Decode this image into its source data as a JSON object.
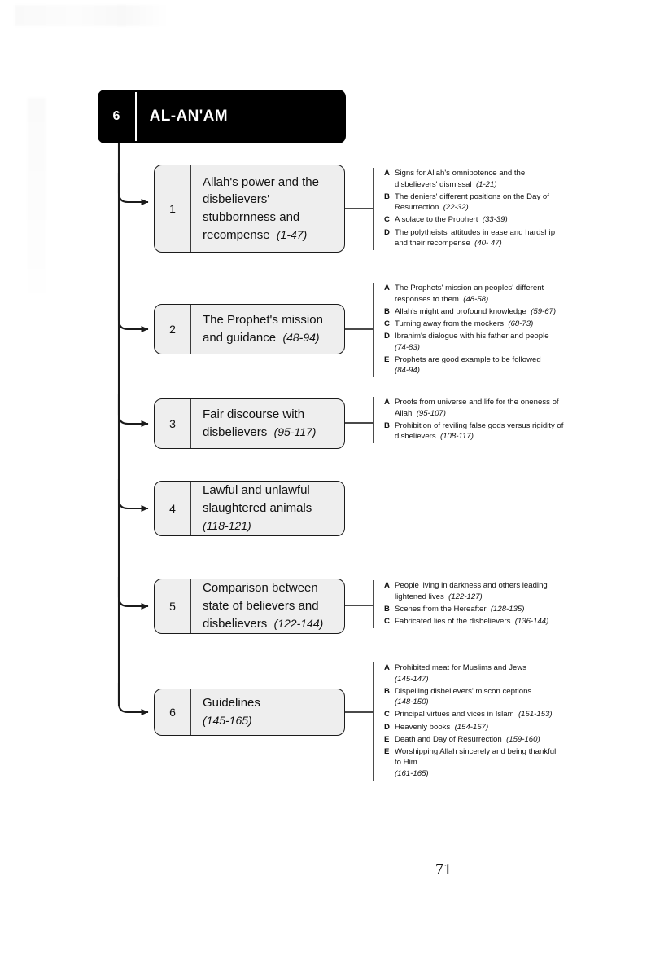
{
  "page": {
    "number": "71",
    "chapter_number": "6",
    "chapter_title": "AL-AN'AM"
  },
  "sections": [
    {
      "number": "1",
      "title": "Allah's power and the disbelievers' stubbornness and recompense",
      "range": "(1-47)",
      "items": [
        {
          "letter": "A",
          "text": "Signs for Allah's omnipotence and the disbelievers' dismissal",
          "range": "(1-21)"
        },
        {
          "letter": "B",
          "text": "The deniers' different positions on the Day of Resurrection",
          "range": "(22-32)"
        },
        {
          "letter": "C",
          "text": "A solace to the Prophert",
          "range": "(33-39)"
        },
        {
          "letter": "D",
          "text": "The polytheists' attitudes in ease and hardship and their recompense",
          "range": "(40- 47)"
        }
      ]
    },
    {
      "number": "2",
      "title": "The Prophet's mission and guidance",
      "range": "(48-94)",
      "items": [
        {
          "letter": "A",
          "text": "The Prophets' mission an peoples' different responses to them",
          "range": "(48-58)"
        },
        {
          "letter": "B",
          "text": "Allah's might and profound knowledge",
          "range": "(59-67)"
        },
        {
          "letter": "C",
          "text": "Turning away from the mockers",
          "range": "(68-73)"
        },
        {
          "letter": "D",
          "text": "Ibrahim's dialogue with his father and people",
          "range": "(74-83)"
        },
        {
          "letter": "E",
          "text": "Prophets are good example to be followed",
          "range": "(84-94)"
        }
      ]
    },
    {
      "number": "3",
      "title": "Fair discourse with disbelievers",
      "range": "(95-117)",
      "items": [
        {
          "letter": "A",
          "text": "Proofs from universe and life for the oneness of Allah",
          "range": "(95-107)"
        },
        {
          "letter": "B",
          "text": "Prohibition of reviling false gods versus rigidity of disbelievers",
          "range": "(108-117)"
        }
      ]
    },
    {
      "number": "4",
      "title": "Lawful and unlawful slaughtered animals",
      "range": "(118-121)",
      "items": []
    },
    {
      "number": "5",
      "title": "Comparison between state of believers and disbelievers",
      "range": "(122-144)",
      "items": [
        {
          "letter": "A",
          "text": "People living in darkness and others leading lightened lives",
          "range": "(122-127)"
        },
        {
          "letter": "B",
          "text": "Scenes from the Hereafter",
          "range": "(128-135)"
        },
        {
          "letter": "C",
          "text": "Fabricated lies of the disbelievers",
          "range": "(136-144)"
        }
      ]
    },
    {
      "number": "6",
      "title": "Guidelines",
      "range": "(145-165)",
      "items": [
        {
          "letter": "A",
          "text": "Prohibited meat for Muslims and Jews",
          "range": "(145-147)"
        },
        {
          "letter": "B",
          "text": "Dispelling disbelievers' miscon ceptions",
          "range": "(148-150)"
        },
        {
          "letter": "C",
          "text": "Principal virtues and vices in Islam",
          "range": "(151-153)"
        },
        {
          "letter": "D",
          "text": "Heavenly books",
          "range": "(154-157)"
        },
        {
          "letter": "E",
          "text": "Death and Day of Resurrection",
          "range": "(159-160)"
        },
        {
          "letter": "E",
          "text": "Worshipping Allah sincerely and being thankful to Him",
          "range": "(161-165)"
        }
      ]
    }
  ],
  "colors": {
    "header_bg": "#000000",
    "header_text": "#ffffff",
    "box_fill": "#eeeeee",
    "box_border": "#1b1b1b",
    "line": "#1b1b1b"
  }
}
